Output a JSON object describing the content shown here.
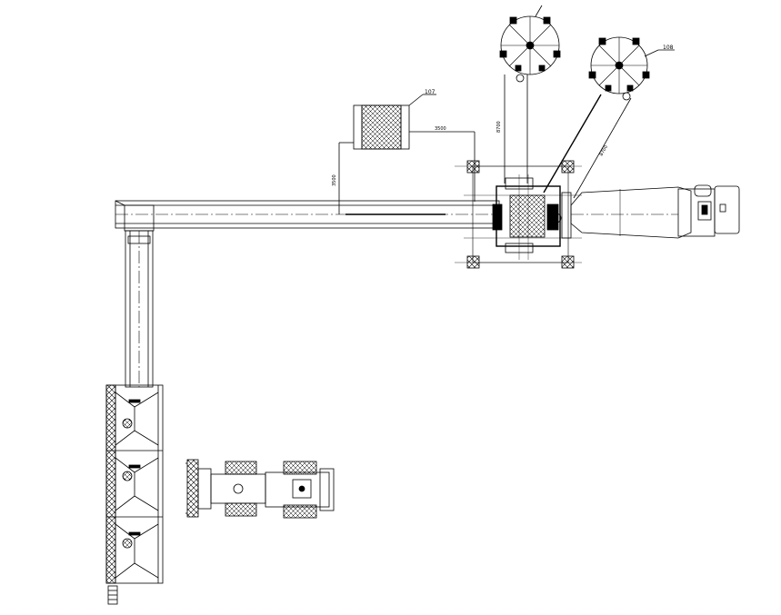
{
  "labels": {
    "cement_silo_a": "",
    "cement_silo_b": "108",
    "admixture_tank": "107"
  },
  "dimensions": {
    "tank_horizontal": "3500",
    "tank_vertical": "3500",
    "silo_a_height": "8700",
    "silo_b_diagonal": "8700"
  },
  "colors": {
    "line": "#000000",
    "background": "#ffffff"
  }
}
